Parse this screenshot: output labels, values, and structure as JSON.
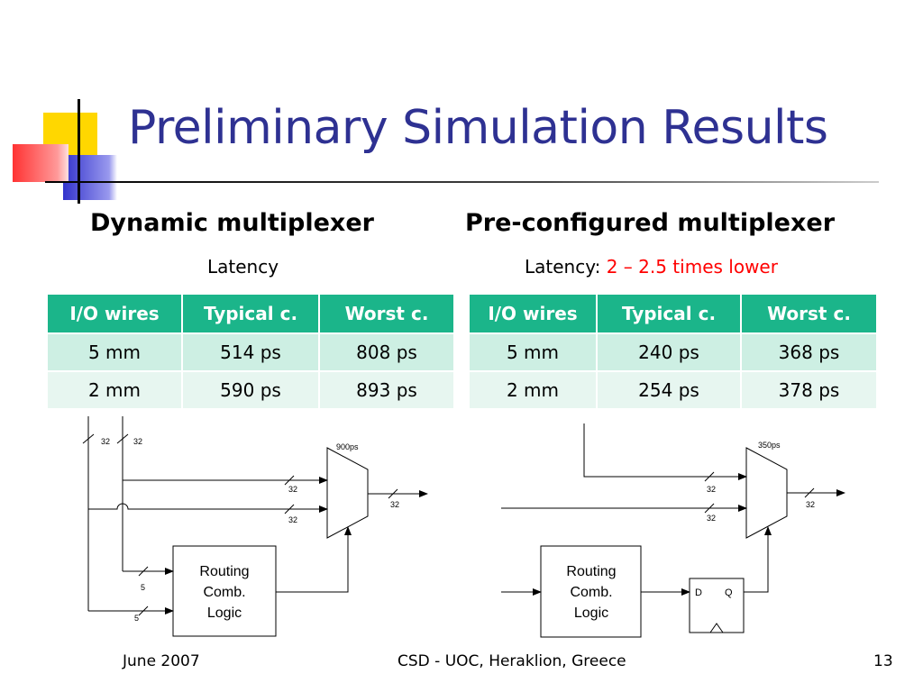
{
  "slide": {
    "title": "Preliminary Simulation Results"
  },
  "left": {
    "heading": "Dynamic multiplexer",
    "latency_label": "Latency",
    "table": {
      "headers": [
        "I/O wires",
        "Typical c.",
        "Worst c."
      ],
      "rows": [
        [
          "5 mm",
          "514 ps",
          "808 ps"
        ],
        [
          "2 mm",
          "590 ps",
          "893 ps"
        ]
      ]
    },
    "diagram": {
      "bus_top_left": "32",
      "bus_top_right": "32",
      "mux_delay": "900ps",
      "mux_in1": "32",
      "mux_in2": "32",
      "mux_out": "32",
      "ctrl1": "5",
      "ctrl2": "5",
      "block": [
        "Routing",
        "Comb.",
        "Logic"
      ]
    }
  },
  "right": {
    "heading": "Pre-configured multiplexer",
    "latency_label": "Latency:",
    "latency_value": "2 – 2.5 times lower",
    "table": {
      "headers": [
        "I/O wires",
        "Typical c.",
        "Worst c."
      ],
      "rows": [
        [
          "5 mm",
          "240 ps",
          "368 ps"
        ],
        [
          "2 mm",
          "254 ps",
          "378 ps"
        ]
      ]
    },
    "diagram": {
      "mux_delay": "350ps",
      "mux_in1": "32",
      "mux_in2": "32",
      "mux_out": "32",
      "block": [
        "Routing",
        "Comb.",
        "Logic"
      ],
      "ff_d": "D",
      "ff_q": "Q"
    }
  },
  "footer": {
    "date": "June 2007",
    "venue": "CSD - UOC, Heraklion, Greece",
    "page": "13"
  },
  "colors": {
    "title": "#2E3192",
    "table_header": "#1BB58A",
    "row1": "#CDEFE3",
    "row2": "#E7F6F0",
    "highlight": "#FF0000"
  }
}
